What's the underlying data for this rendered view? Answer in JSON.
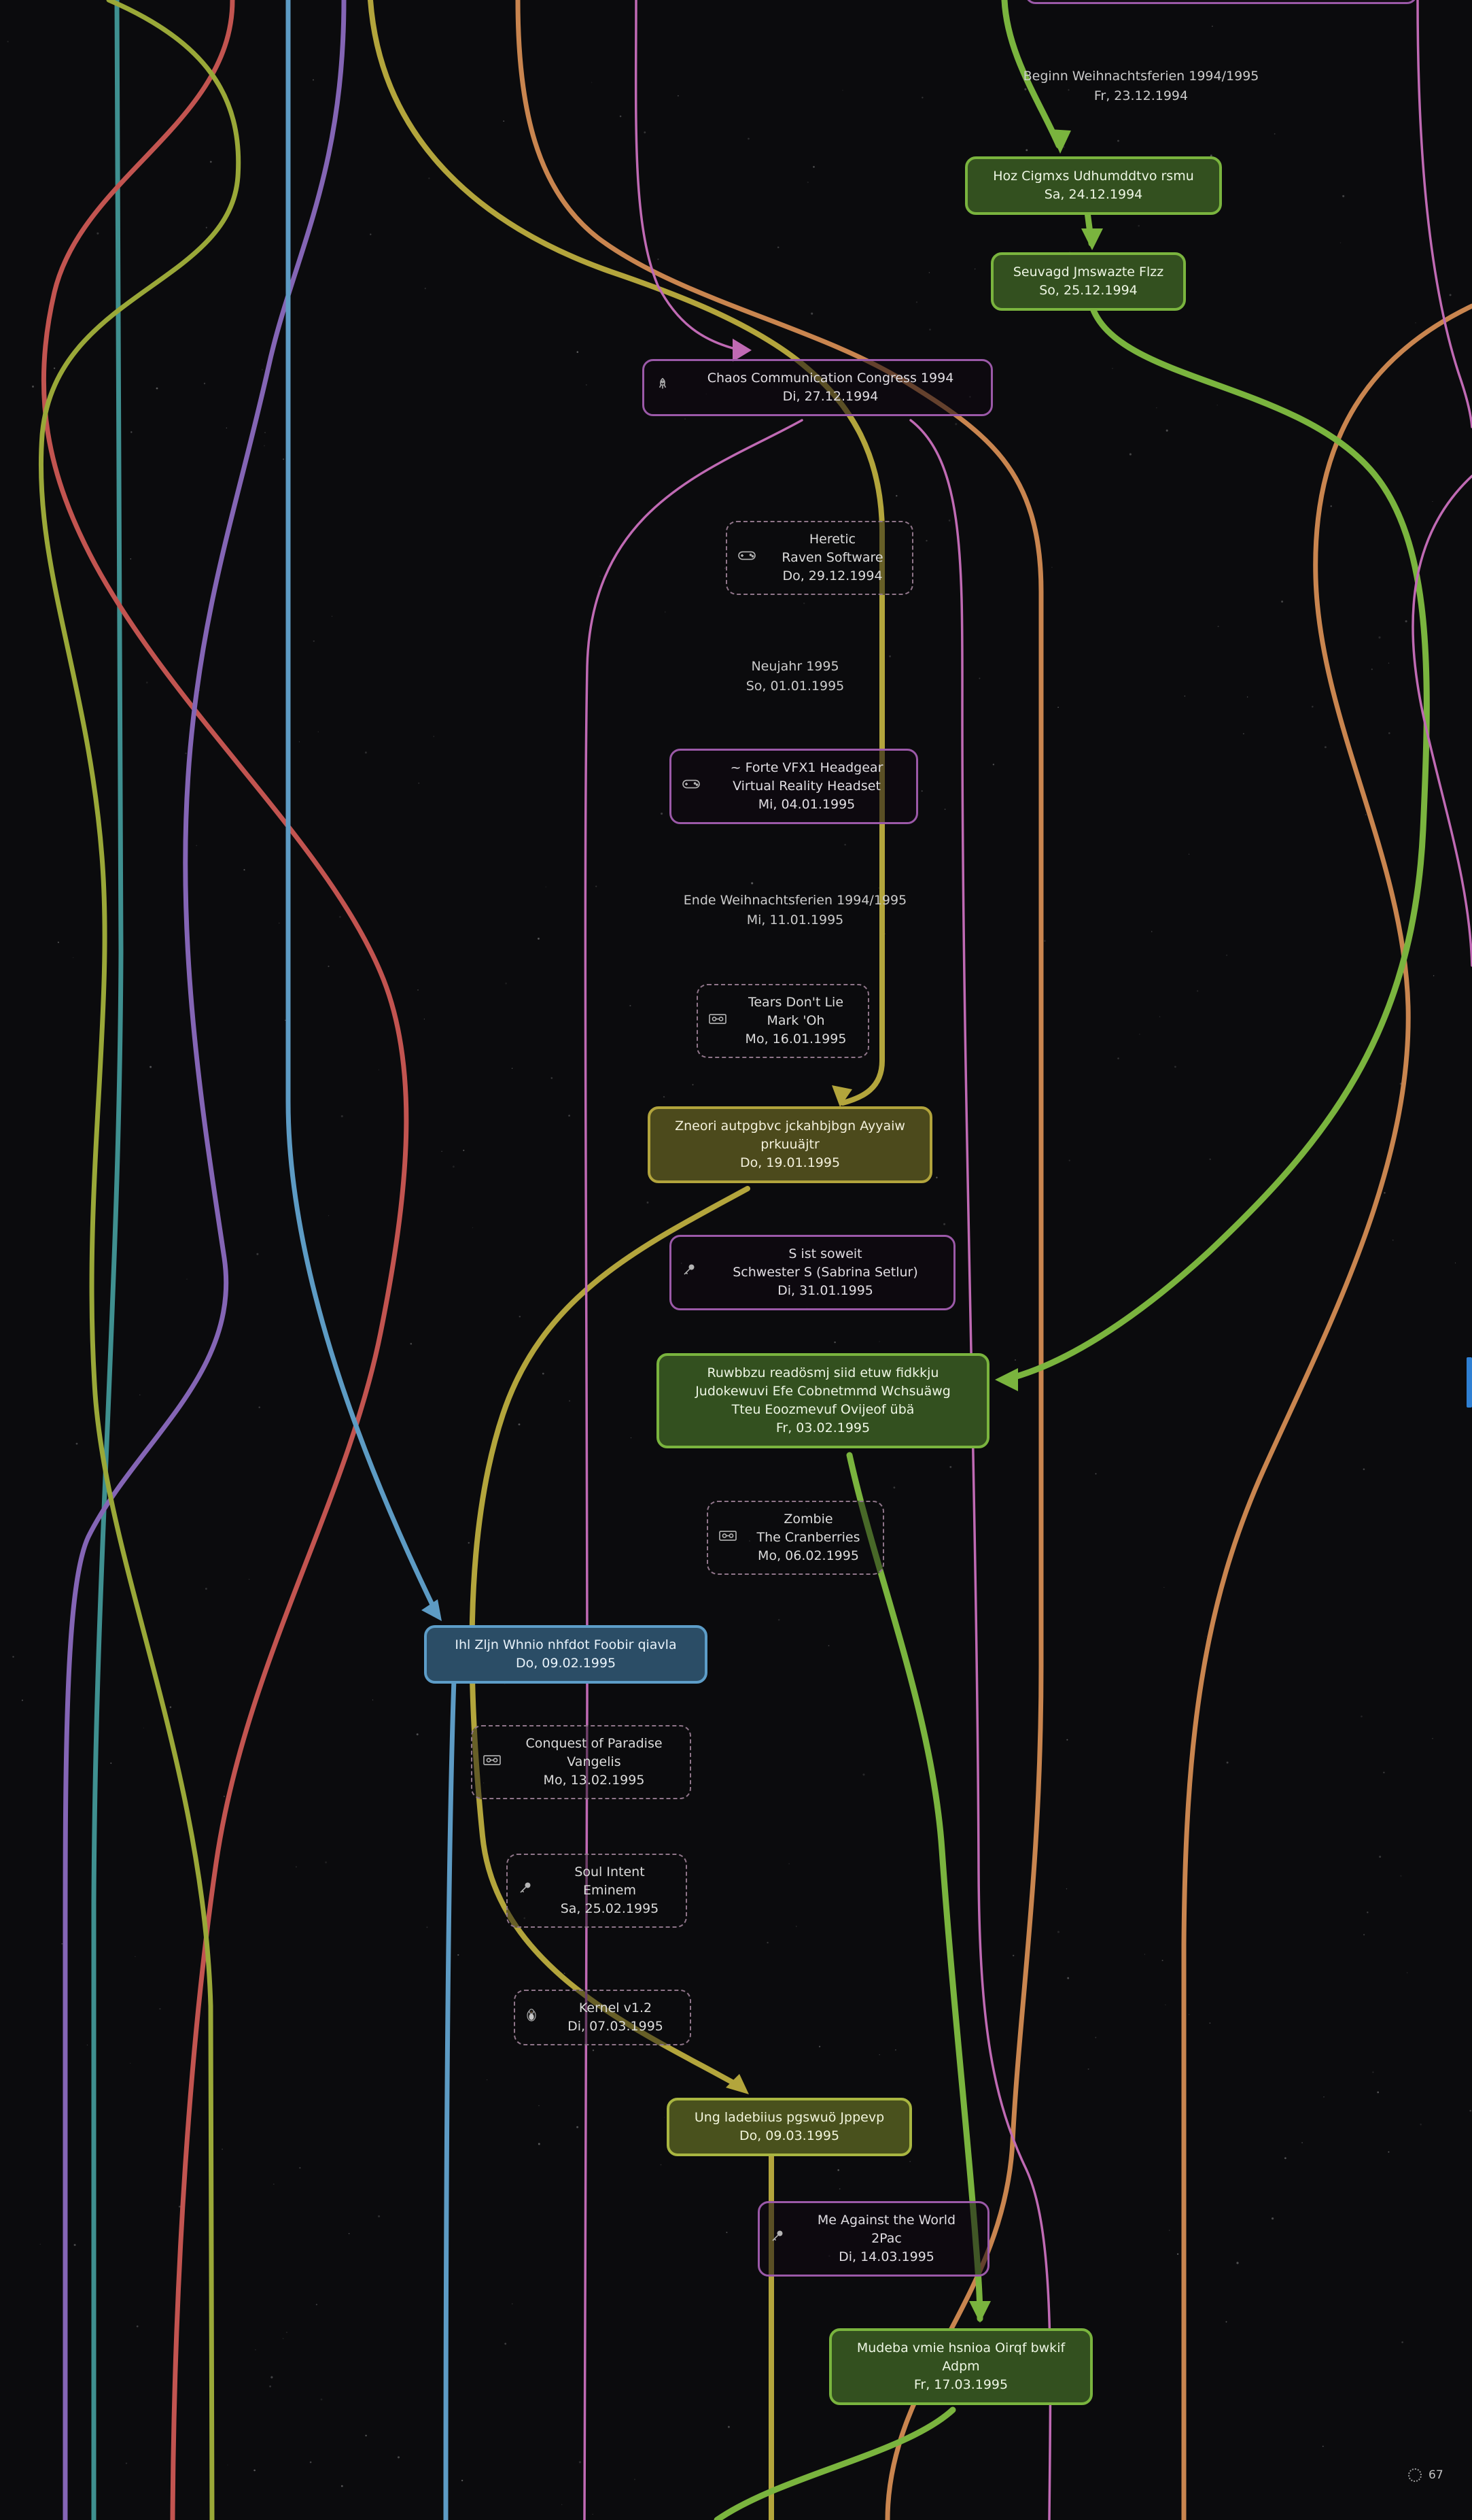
{
  "colors": {
    "background": "#0b0b0d",
    "green": "#7ab43e",
    "green_fill": "#33501f",
    "olive": "#b2a43c",
    "olive_fill": "#4c4a1c",
    "yellow_green": "#a9b641",
    "yellow_green_fill": "#49511d",
    "blue": "#5d9dc8",
    "blue_fill": "#2b4d66",
    "purple_outline": "#9b59a8",
    "dashed_outline": "#8f7589",
    "orange": "#c9854f",
    "red": "#c25450",
    "teal": "#3f9090",
    "purple_line": "#8465b5",
    "pink": "#c06ab4",
    "steel_blue": "#5d9bc4",
    "khaki": "#b3a53c",
    "olive_left": "#9aa838",
    "text": "#dcdcdc"
  },
  "events": [
    {
      "kind": "milestone",
      "title": "Beginn Weihnachtsferien 1994/1995",
      "date": "Fr, 23.12.1994"
    },
    {
      "kind": "event",
      "style": "green",
      "title": "Hoz Cigmxs Udhumddtvo rsmu",
      "date": "Sa, 24.12.1994"
    },
    {
      "kind": "event",
      "style": "green",
      "title": "Seuvagd Jmswazte Flzz",
      "date": "So, 25.12.1994"
    },
    {
      "kind": "event",
      "style": "outline",
      "icon": "rocket",
      "title": "Chaos Communication Congress 1994",
      "date": "Di, 27.12.1994"
    },
    {
      "kind": "event",
      "style": "dashed",
      "icon": "gamepad",
      "title": "Heretic",
      "subtitle": "Raven Software",
      "date": "Do, 29.12.1994"
    },
    {
      "kind": "milestone",
      "title": "Neujahr 1995",
      "date": "So, 01.01.1995"
    },
    {
      "kind": "event",
      "style": "outline",
      "icon": "gamepad",
      "title": "~ Forte VFX1 Headgear",
      "subtitle": "Virtual Reality Headset",
      "date": "Mi, 04.01.1995"
    },
    {
      "kind": "milestone",
      "title": "Ende Weihnachtsferien 1994/1995",
      "date": "Mi, 11.01.1995"
    },
    {
      "kind": "event",
      "style": "dashed",
      "icon": "cassette",
      "title": "Tears Don't Lie",
      "subtitle": "Mark 'Oh",
      "date": "Mo, 16.01.1995"
    },
    {
      "kind": "event",
      "style": "olive",
      "title": "Zneori autpgbvc jckahbjbgn Ayyaiw\nprkuuäjtr",
      "date": "Do, 19.01.1995"
    },
    {
      "kind": "event",
      "style": "outline",
      "icon": "microphone",
      "title": "S ist soweit",
      "subtitle": "Schwester S (Sabrina Setlur)",
      "date": "Di, 31.01.1995"
    },
    {
      "kind": "event",
      "style": "green",
      "title": "Ruwbbzu readösmj siid etuw fidkkju\nJudokewuvi Efe Cobnetmmd Wchsuäwg\nTteu Eoozmevuf Ovijeof übä",
      "date": "Fr, 03.02.1995"
    },
    {
      "kind": "event",
      "style": "dashed",
      "icon": "cassette",
      "title": "Zombie",
      "subtitle": "The Cranberries",
      "date": "Mo, 06.02.1995"
    },
    {
      "kind": "event",
      "style": "blue",
      "title": "Ihl Zljn Whnio nhfdot Foobir qiavla",
      "date": "Do, 09.02.1995"
    },
    {
      "kind": "event",
      "style": "dashed",
      "icon": "cassette",
      "title": "Conquest of Paradise",
      "subtitle": "Vangelis",
      "date": "Mo, 13.02.1995"
    },
    {
      "kind": "event",
      "style": "dashed",
      "icon": "microphone",
      "title": "Soul Intent",
      "subtitle": "Eminem",
      "date": "Sa, 25.02.1995"
    },
    {
      "kind": "event",
      "style": "dashed",
      "icon": "penguin",
      "title": "Kernel v1.2",
      "date": "Di, 07.03.1995"
    },
    {
      "kind": "event",
      "style": "yellow-green",
      "title": "Ung ladebiius pgswuö Jppevp",
      "date": "Do, 09.03.1995"
    },
    {
      "kind": "event",
      "style": "outline",
      "icon": "microphone",
      "title": "Me Against the World",
      "subtitle": "2Pac",
      "date": "Di, 14.03.1995"
    },
    {
      "kind": "event",
      "style": "green",
      "title": "Mudeba vmie hsnioa Oirqf bwkif",
      "subtitle": "Adpm",
      "date": "Fr, 17.03.1995"
    }
  ],
  "status": {
    "counter": "67"
  }
}
